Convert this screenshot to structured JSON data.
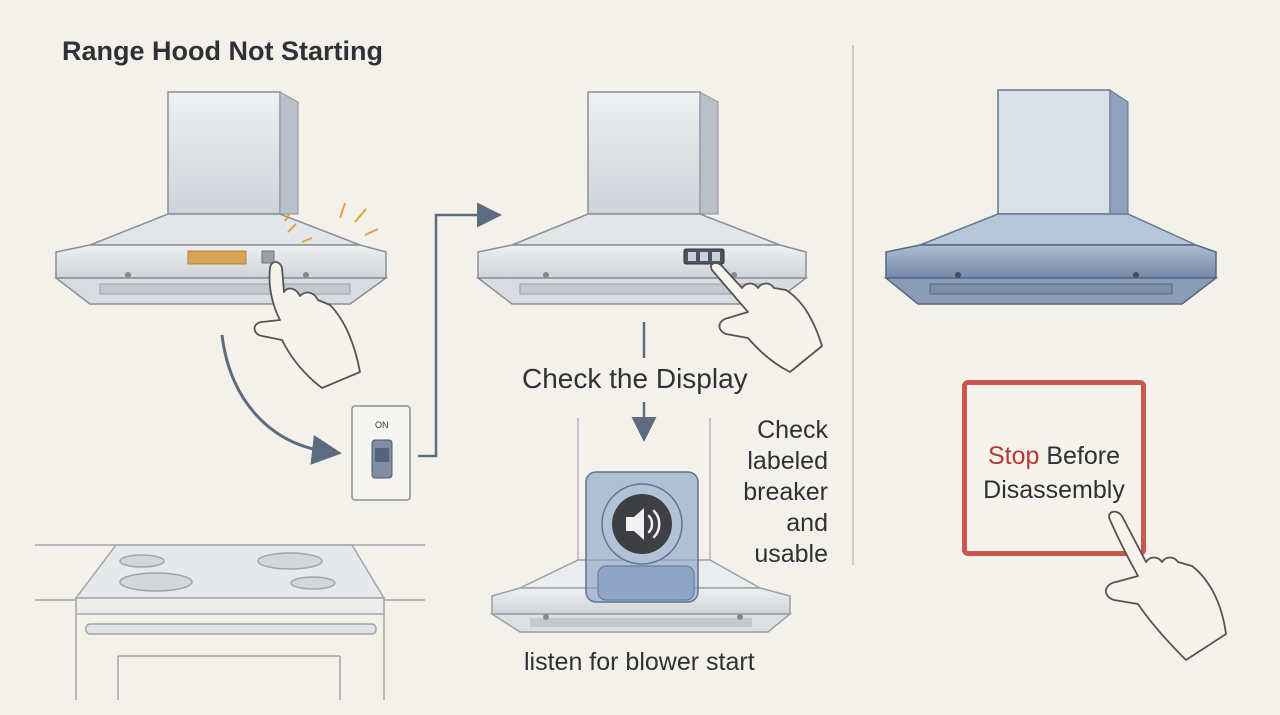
{
  "title": "Range Hood Not Starting",
  "steps": {
    "display_label": "Check the Display",
    "breaker_lines": [
      "Check",
      "labeled",
      "breaker",
      "and usable"
    ],
    "blower_label": "listen for blower start",
    "stop_word": "Stop",
    "stop_rest_line1": "Before",
    "stop_line2": "Disassembly"
  },
  "switch": {
    "state_label": "ON"
  },
  "colors": {
    "background": "#f3f1ea",
    "stop_accent": "#c9574e",
    "hood_steel": "#7f95b5",
    "display_amber": "#d9a457",
    "arrow": "#5c6b80"
  },
  "icons": [
    "hand-pointer-icon",
    "speaker-icon",
    "arrow-right-icon",
    "arrow-down-icon"
  ]
}
